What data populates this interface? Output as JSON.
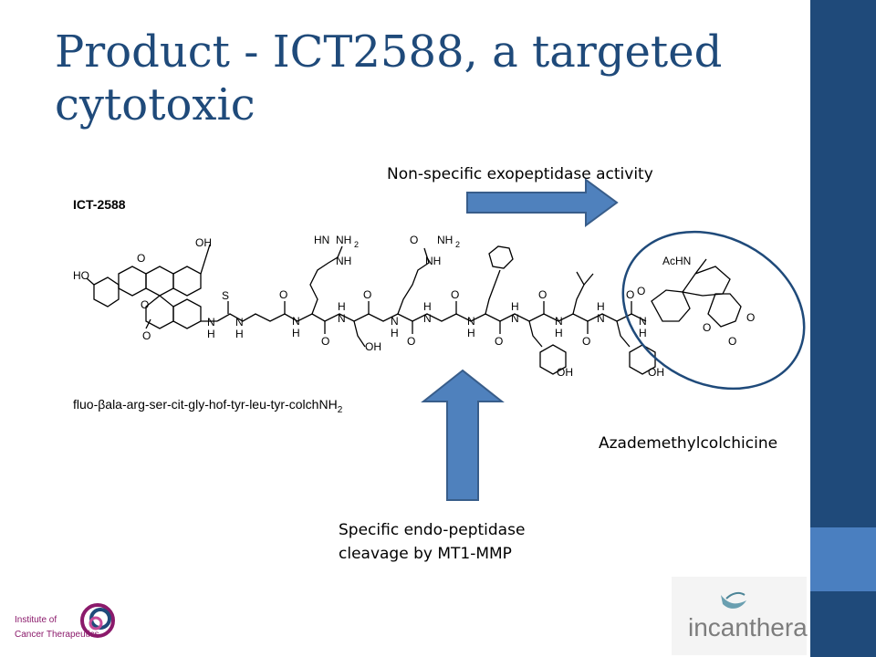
{
  "slide": {
    "title": "Product - ICT2588, a targeted cytotoxic"
  },
  "molecule": {
    "name": "ICT-2588",
    "sequence_prefix": "fluo-βala-arg-ser-cit-gly-hof-tyr-leu-tyr-colch",
    "sequence_suffix": "NH",
    "sequence_sub": "2",
    "atoms": {
      "oh": "OH",
      "o": "O",
      "ho": "HO",
      "s": "S",
      "n": "N",
      "h": "H",
      "hn": "HN",
      "nh2": "NH",
      "nh": "NH",
      "achn": "AcHN",
      "two": "2"
    }
  },
  "annotations": {
    "exopeptidase": "Non-specific exopeptidase activity",
    "endopeptidase_line1": "Specific endo-peptidase",
    "endopeptidase_line2": "cleavage by MT1-MMP",
    "colchicine": "Azademethylcolchicine"
  },
  "logos": {
    "icr_line1": "Institute of",
    "icr_line2": "Cancer Therapeutics",
    "incanthera": "incanthera"
  },
  "colors": {
    "brand_dark": "#1f4a7a",
    "brand_light": "#4a7fc0",
    "arrow_fill": "#4f81bd",
    "arrow_stroke": "#385d8a",
    "icr_purple": "#8b1a6b"
  }
}
